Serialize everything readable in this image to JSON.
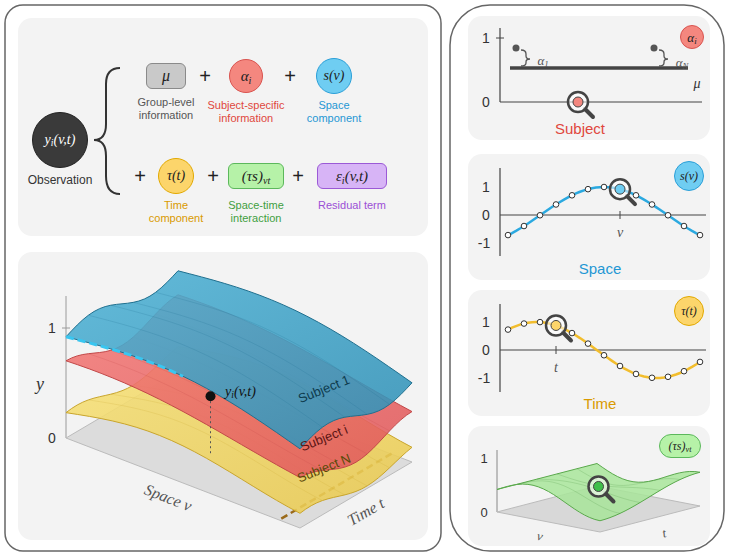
{
  "diagram": {
    "nodes": [
      {
        "text": [
          "yi(v,t)",
          "Observation"
        ]
      },
      {
        "text": [
          "μ",
          "Group-level information"
        ]
      },
      {
        "text": [
          "αi",
          "Subject-specific information"
        ]
      },
      {
        "text": [
          "s(v)",
          "Space component"
        ]
      },
      {
        "text": [
          "τ(t)",
          "Time component"
        ]
      },
      {
        "text": [
          "(τs)vt",
          "Space-time interaction"
        ]
      },
      {
        "text": [
          "εi(v,t)",
          "Residual term"
        ]
      },
      {
        "text": [
          "αi"
        ]
      },
      {
        "text": [
          "s(v)"
        ]
      },
      {
        "text": [
          "τ(t)"
        ]
      },
      {
        "text": [
          "(τs)vt"
        ]
      }
    ],
    "labels": [
      "+",
      "+",
      "+",
      "+",
      "+",
      "y",
      "1",
      "0",
      "Subject 1",
      "Subject i",
      "Subject N",
      "yi(v,t)",
      "Space v",
      "Time t",
      "1",
      "0",
      "α1",
      "αN",
      "μ",
      "Subject",
      "1",
      "0",
      "-1",
      "v",
      "Space",
      "1",
      "0",
      "-1",
      "t",
      "Time",
      "1",
      "0",
      "v",
      "t"
    ]
  }
}
